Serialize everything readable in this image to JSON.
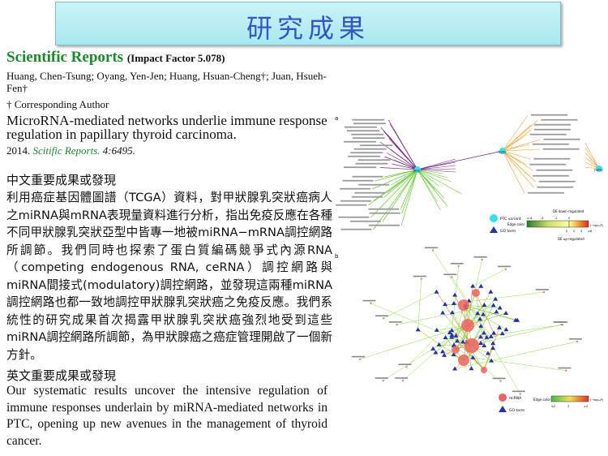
{
  "banner": {
    "title": "研究成果"
  },
  "journal": {
    "name": "Scientific Reports",
    "impact": "(Impact Factor 5.078)"
  },
  "authors": "Huang, Chen-Tsung; Oyang, Yen-Jen; Huang, Hsuan-Cheng†; Juan, Hsueh-Fen†",
  "corresponding": "† Corresponding Author",
  "paper_title": "MicroRNA-mediated networks underlie immune response regulation in papillary thyroid carcinoma.",
  "citation": {
    "year": "2014.",
    "journal": "Scitific Reports.",
    "volume": "4:6495."
  },
  "zh_heading": "中文重要成果或發現",
  "zh_body": "利用癌症基因體圖譜（TCGA）資料，對甲狀腺乳突狀癌病人之miRNA與mRNA表現量資料進行分析，指出免疫反應在各種不同甲狀腺乳突狀亞型中皆專一地被miRNA−mRNA調控網路所調節。我們同時也探索了蛋白質編碼競爭式內源RNA（competing endogenous RNA, ceRNA）調控網路與miRNA間接式(modulatory)調控網路，並發現這兩種miRNA調控網路也都一致地調控甲狀腺乳突狀癌之免疫反應。我們系統性的研究成果首次揭露甲狀腺乳突狀癌強烈地受到這些miRNA調控網路所調節，為甲狀腺癌之癌症管理開啟了一個新方針。",
  "en_heading": "英文重要成果或發現",
  "en_body": "Our systematic results uncover the intensive regulation of immune responses underlain by miRNA-mediated networks in PTC, opening up new avenues in the management of thyroid cancer.",
  "figure": {
    "panel_a_label": "a",
    "panel_b_label": "b",
    "node_pptc": "PPTC",
    "node_tcptc": "TCPTC",
    "node_fvptc": "FVPTC",
    "legend_a": {
      "ptc_variant": "PTC variant",
      "go_term": "GO term",
      "edge_color": "Edge color",
      "down": "DE down-regulated",
      "up": "DE up-regulated",
      "ticks_top": [
        "≥-8",
        "-4",
        "-2",
        "0"
      ],
      "ticks_bottom": [
        "0",
        "2",
        "4",
        "≥8"
      ],
      "unit": "(−log₁₀P)"
    },
    "legend_b": {
      "mirna": "miRNA",
      "go_term": "GO term",
      "edge_color": "Edge color",
      "ticks": [
        "≤2",
        "3",
        "≥4"
      ],
      "unit": "(−log₁₀P)"
    },
    "colors": {
      "purple": "#7a2a8a",
      "green": "#66cc33",
      "orange": "#f0a030",
      "cyan": "#33e0f0",
      "blue": "#2233aa",
      "red": "#f06060"
    }
  }
}
